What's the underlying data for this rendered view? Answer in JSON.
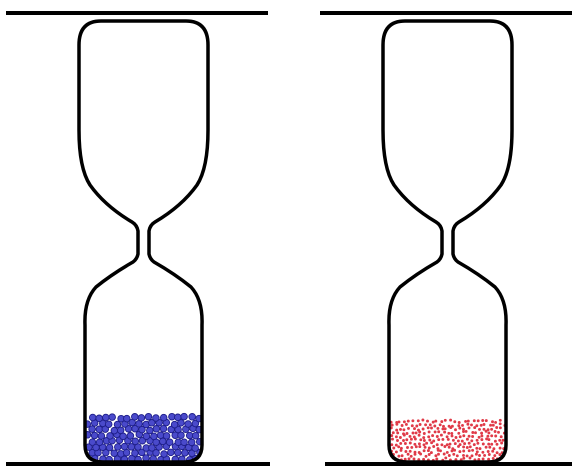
{
  "colors": {
    "background": "#ffffff",
    "outline": "#000000",
    "left_sand": "#4a4acb",
    "right_sand": "#e03a48"
  },
  "hourglasses": [
    {
      "name": "hourglass-left",
      "sand_type": "large-blue-grains",
      "sand_color": "#4a4acb"
    },
    {
      "name": "hourglass-right",
      "sand_type": "small-red-grains",
      "sand_color": "#e03a48"
    }
  ]
}
